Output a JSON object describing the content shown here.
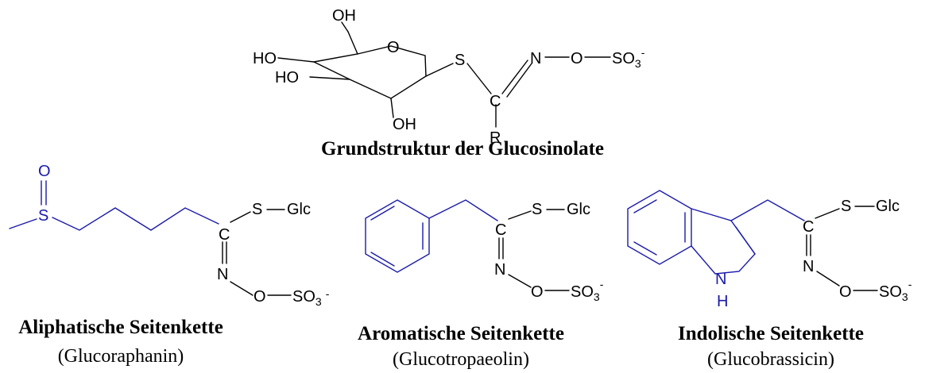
{
  "main_structure": {
    "caption": "Grundstruktur der Glucosinolate",
    "atoms": {
      "oh_top": "OH",
      "ho_left": "HO",
      "ho_lower": "HO",
      "oh_bottom": "OH",
      "ring_o": "O",
      "s": "S",
      "c": "C",
      "n": "N",
      "o_link": "O",
      "so3": "SO",
      "so3_sub": "3",
      "so3_charge": "-",
      "r": "R"
    }
  },
  "side_chains": [
    {
      "title": "Aliphatische Seitenkette",
      "subtitle": "(Glucoraphanin)",
      "atoms": {
        "o": "O",
        "s_sulf": "S",
        "s": "S",
        "glc": "Glc",
        "c": "C",
        "n": "N",
        "o_link": "O",
        "so3": "SO",
        "so3_sub": "3",
        "so3_charge": "-"
      }
    },
    {
      "title": "Aromatische Seitenkette",
      "subtitle": "(Glucotropaeolin)",
      "atoms": {
        "s": "S",
        "glc": "Glc",
        "c": "C",
        "n": "N",
        "o_link": "O",
        "so3": "SO",
        "so3_sub": "3",
        "so3_charge": "-"
      }
    },
    {
      "title": "Indolische Seitenkette",
      "subtitle": "(Glucobrassicin)",
      "atoms": {
        "nh_n": "N",
        "nh_h": "H",
        "s": "S",
        "glc": "Glc",
        "c": "C",
        "n": "N",
        "o_link": "O",
        "so3": "SO",
        "so3_sub": "3",
        "so3_charge": "-"
      }
    }
  ],
  "colors": {
    "side_chain_highlight": "#1a1aaa",
    "structure": "#000000"
  }
}
